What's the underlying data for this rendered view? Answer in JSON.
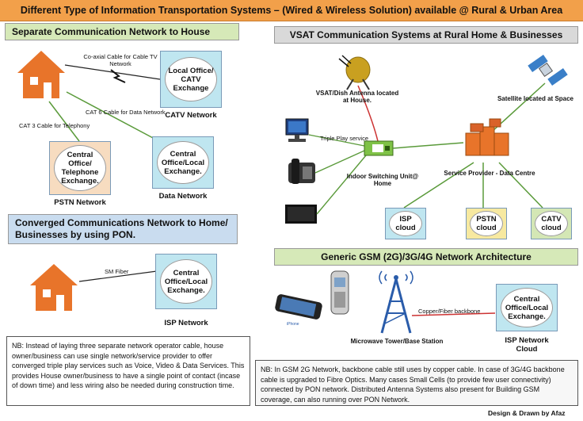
{
  "banner": "Different Type of Information Transportation Systems – (Wired & Wireless Solution) available @ Rural & Urban Area",
  "sections": {
    "separate": "Separate Communication Network to House",
    "vsat": "VSAT Communication Systems at Rural  Home & Businesses",
    "converged": "Converged Communications Network to Home/ Businesses by using PON.",
    "gsm": "Generic GSM (2G)/3G/4G Network Architecture"
  },
  "separate": {
    "coax_label": "Co-axial Cable for Cable TV Network",
    "cat6_label": "CAT 6 Cable for Data Network",
    "cat3_label": "CAT 3 Cable for Telephony",
    "catv_cloud": "Local Office/ CATV Exchange",
    "catv_caption": "CATV Network",
    "pstn_cloud": "Central Office/ Telephone Exchange.",
    "pstn_caption": "PSTN Network",
    "data_cloud": "Central Office/Local Exchange.",
    "data_caption": "Data Network"
  },
  "vsat": {
    "antenna_label": "VSAT/Dish Antenna located at House.",
    "satellite_label": "Satellite located at Space",
    "triple_play": "Triple Play service",
    "switch_label": "Indoor Switching Unit@ Home",
    "provider_label": "Service Provider - Data Centre",
    "isp_cloud": "ISP cloud",
    "pstn_cloud": "PSTN cloud",
    "catv_cloud": "CATV cloud"
  },
  "converged": {
    "fiber_label": "SM Fiber",
    "cloud": "Central Office/Local Exchange.",
    "caption": "ISP Network",
    "note": "NB: Instead of laying three separate network operator cable, house owner/business can use single network/service provider to offer converged triple play services such as Voice, Video & Data Services. This provides House owner/business to have a single point of contact (incase of down time) and less wiring also be needed during construction time."
  },
  "gsm": {
    "tower_label": "Microwave Tower/Base Station",
    "backbone_label": "Copper/Fiber backbone",
    "cloud": "Central Office/Local Exchange.",
    "caption": "ISP Network Cloud",
    "iphone_label": "iPhone",
    "note": "NB: In GSM 2G Network, backbone cable still uses by copper cable. In case of 3G/4G backbone cable is upgraded to Fibre Optics. Many cases Small Cells (to provide few user connectivity) connected by PON network. Distributed Antenna Systems also present for Building GSM coverage, can also running over PON Network."
  },
  "credit": "Design & Drawn by Afaz",
  "colors": {
    "banner": "#f2a04a",
    "house": "#e8742a",
    "cloud_bg": "#bfe6f0",
    "pstn_bg": "#f7dcc0",
    "link_green": "#5a9a3a",
    "link_red": "#cc3333"
  }
}
